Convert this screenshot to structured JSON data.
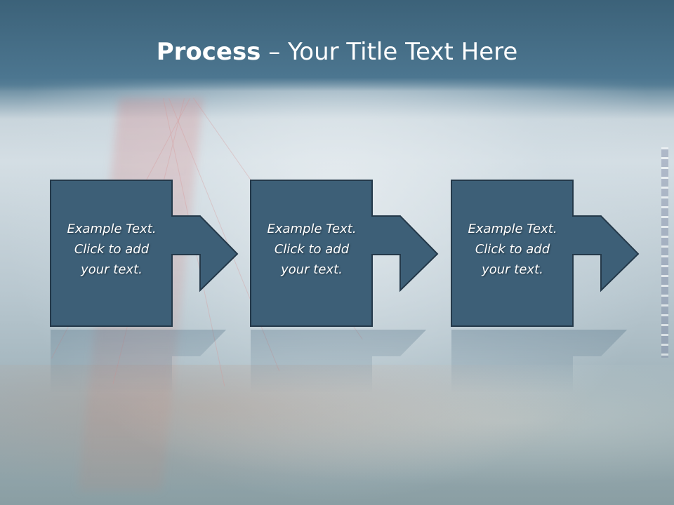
{
  "slide": {
    "title_bold": "Process",
    "title_rest": " – Your Title Text Here"
  },
  "steps": [
    {
      "label": "Example Text.\nClick  to add\nyour text."
    },
    {
      "label": "Example Text.\nClick  to add\nyour text."
    },
    {
      "label": "Example Text.\nClick  to add\nyour text."
    }
  ],
  "colors": {
    "box_fill": "#3d5f77",
    "box_stroke": "#24394a",
    "title_bar": "#4c7690",
    "text": "#ffffff"
  }
}
